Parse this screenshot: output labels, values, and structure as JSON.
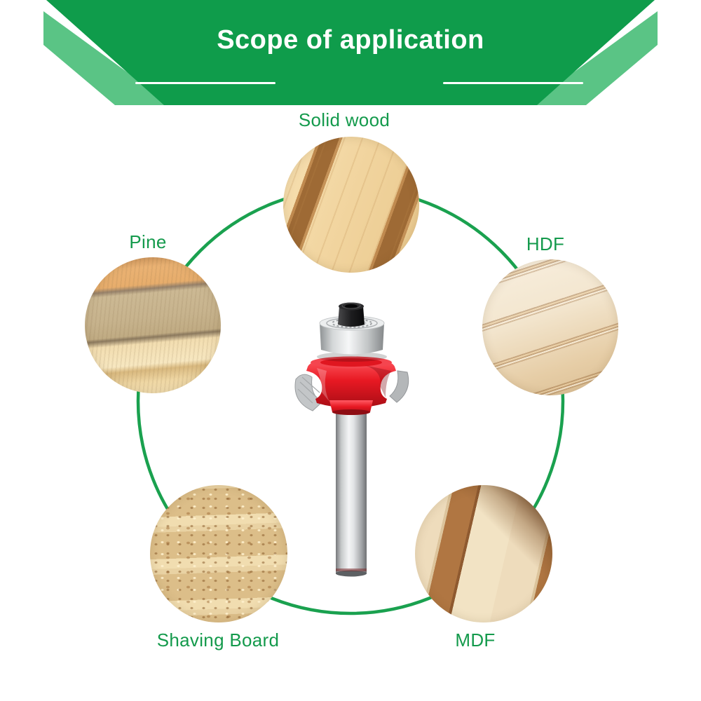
{
  "banner": {
    "title": "Scope of application"
  },
  "diagram": {
    "center_item": "corner round-over router bit with bearing",
    "items": [
      {
        "id": "solid-wood",
        "label": "Solid wood",
        "position": "top"
      },
      {
        "id": "pine",
        "label": "Pine",
        "position": "left"
      },
      {
        "id": "hdf",
        "label": "HDF",
        "position": "right"
      },
      {
        "id": "shaving-board",
        "label": "Shaving Board",
        "position": "bottom-left"
      },
      {
        "id": "mdf",
        "label": "MDF",
        "position": "bottom-right"
      }
    ]
  },
  "icons": {
    "router_bit": "router-bit-image"
  },
  "colors": {
    "banner_green": "#0f9c4b",
    "banner_bevel_green": "#5ac485",
    "label_green": "#149a4c",
    "ring_green": "#1aa14f",
    "bit_red": "#e0161f",
    "white": "#ffffff"
  }
}
